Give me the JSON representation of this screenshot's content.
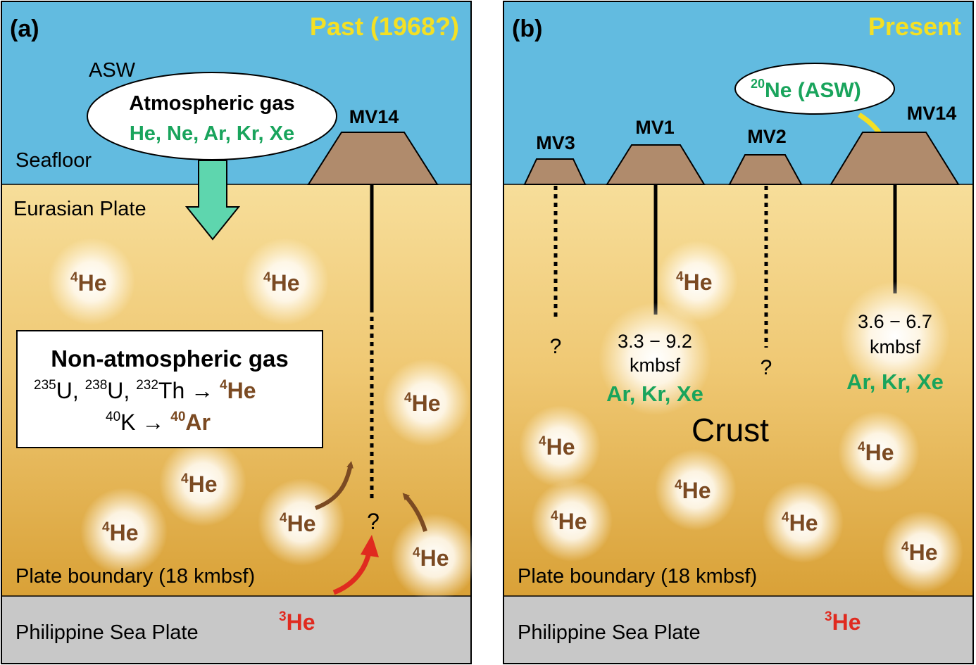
{
  "colors": {
    "sea": "#62bbe0",
    "crust_top": "#f6dc96",
    "crust_bottom": "#dba43a",
    "basement": "#c8c8c8",
    "volcano": "#b08b6c",
    "green": "#19a45c",
    "brown": "#7b4a22",
    "red": "#e02a1f",
    "yellow": "#f4e024",
    "arrow_teal": "#5ed6ae"
  },
  "panel_a": {
    "label": "(a)",
    "era": "Past (1968?)",
    "asw": "ASW",
    "seafloor": "Seafloor",
    "atm_title": "Atmospheric gas",
    "atm_gases": "He, Ne, Ar, Kr, Xe",
    "volcano": "MV14",
    "eurasian": "Eurasian Plate",
    "box_title": "Non-atmospheric gas",
    "box_line1": {
      "u235_mass": "235",
      "u235_el": "U, ",
      "u238_mass": "238",
      "u238_el": "U, ",
      "th_mass": "232",
      "th_el": "Th → ",
      "he_mass": "4",
      "he_el": "He"
    },
    "box_line2": {
      "k_mass": "40",
      "k_el": "K → ",
      "ar_mass": "40",
      "ar_el": "Ar"
    },
    "he4_mass": "4",
    "he4_el": "He",
    "question": "?",
    "plate_boundary": "Plate boundary (18 kmbsf)",
    "philippine": "Philippine Sea Plate",
    "he3_mass": "3",
    "he3_el": "He"
  },
  "panel_b": {
    "label": "(b)",
    "era": "Present",
    "ne_mass": "20",
    "ne_text": "Ne (ASW)",
    "volcanoes": [
      "MV3",
      "MV1",
      "MV2",
      "MV14"
    ],
    "mv1_depth_line1": "3.3 − 9.2",
    "mv1_depth_line2": "kmbsf",
    "mv1_gases": "Ar, Kr, Xe",
    "mv14_depth_line1": "3.6 − 6.7",
    "mv14_depth_line2": "kmbsf",
    "mv14_gases": "Ar, Kr, Xe",
    "question": "?",
    "crust": "Crust",
    "he4_mass": "4",
    "he4_el": "He",
    "plate_boundary": "Plate boundary (18 kmbsf)",
    "philippine": "Philippine Sea Plate",
    "he3_mass": "3",
    "he3_el": "He"
  }
}
